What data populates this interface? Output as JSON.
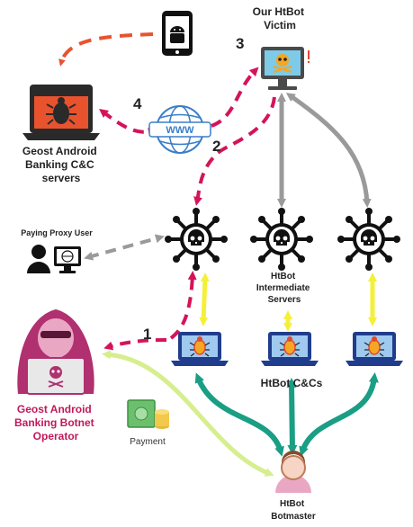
{
  "colors": {
    "red_dash": "#e8532e",
    "magenta": "#d4145a",
    "gray": "#9a9a9a",
    "yellow": "#f4f03a",
    "teal": "#1a9e84",
    "lime": "#d6ee8e",
    "navy": "#1f3d8c",
    "bug_orange": "#f5a623",
    "bug_red": "#e04a2f"
  },
  "labels": {
    "victim": [
      "Our HtBot",
      "Victim"
    ],
    "geost_cc": [
      "Geost Android",
      "Banking C&C",
      "servers"
    ],
    "proxy_user": "Paying Proxy User",
    "intermediate": [
      "HtBot",
      "Intermediate",
      "Servers"
    ],
    "operator": [
      "Geost Android",
      "Banking Botnet",
      "Operator"
    ],
    "htbot_ccs": "HtBot C&Cs",
    "payment": "Payment",
    "botmaster": [
      "HtBot",
      "Botmaster"
    ],
    "www": "WWW"
  },
  "steps": [
    "1",
    "2",
    "3",
    "4"
  ],
  "icons": [
    "android-phone-icon",
    "geost-cc-server-icon",
    "www-globe-icon",
    "victim-computer-icon",
    "paying-proxy-user-icon",
    "intermediate-server-icon",
    "htbot-cc-laptop-icon",
    "hacker-operator-icon",
    "payment-money-icon",
    "botmaster-icon"
  ]
}
